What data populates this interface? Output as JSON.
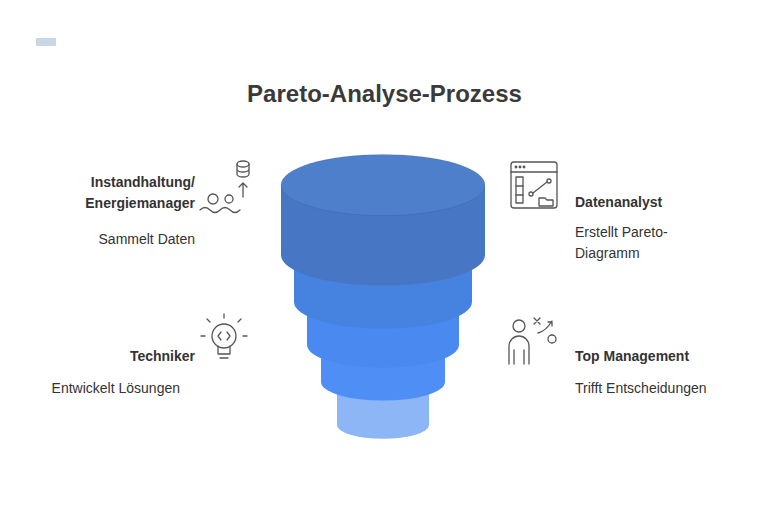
{
  "diagram": {
    "title": "Pareto-Analyse-Prozess",
    "labels": [
      "Instandhaltung/ Energiemanager",
      "Sammelt Daten",
      "Datenanalyst",
      "Erstellt Pareto-Diagramm",
      "Techniker",
      "Entwickelt Lösungen",
      "Top Management",
      "Trifft Entscheidungen"
    ]
  }
}
